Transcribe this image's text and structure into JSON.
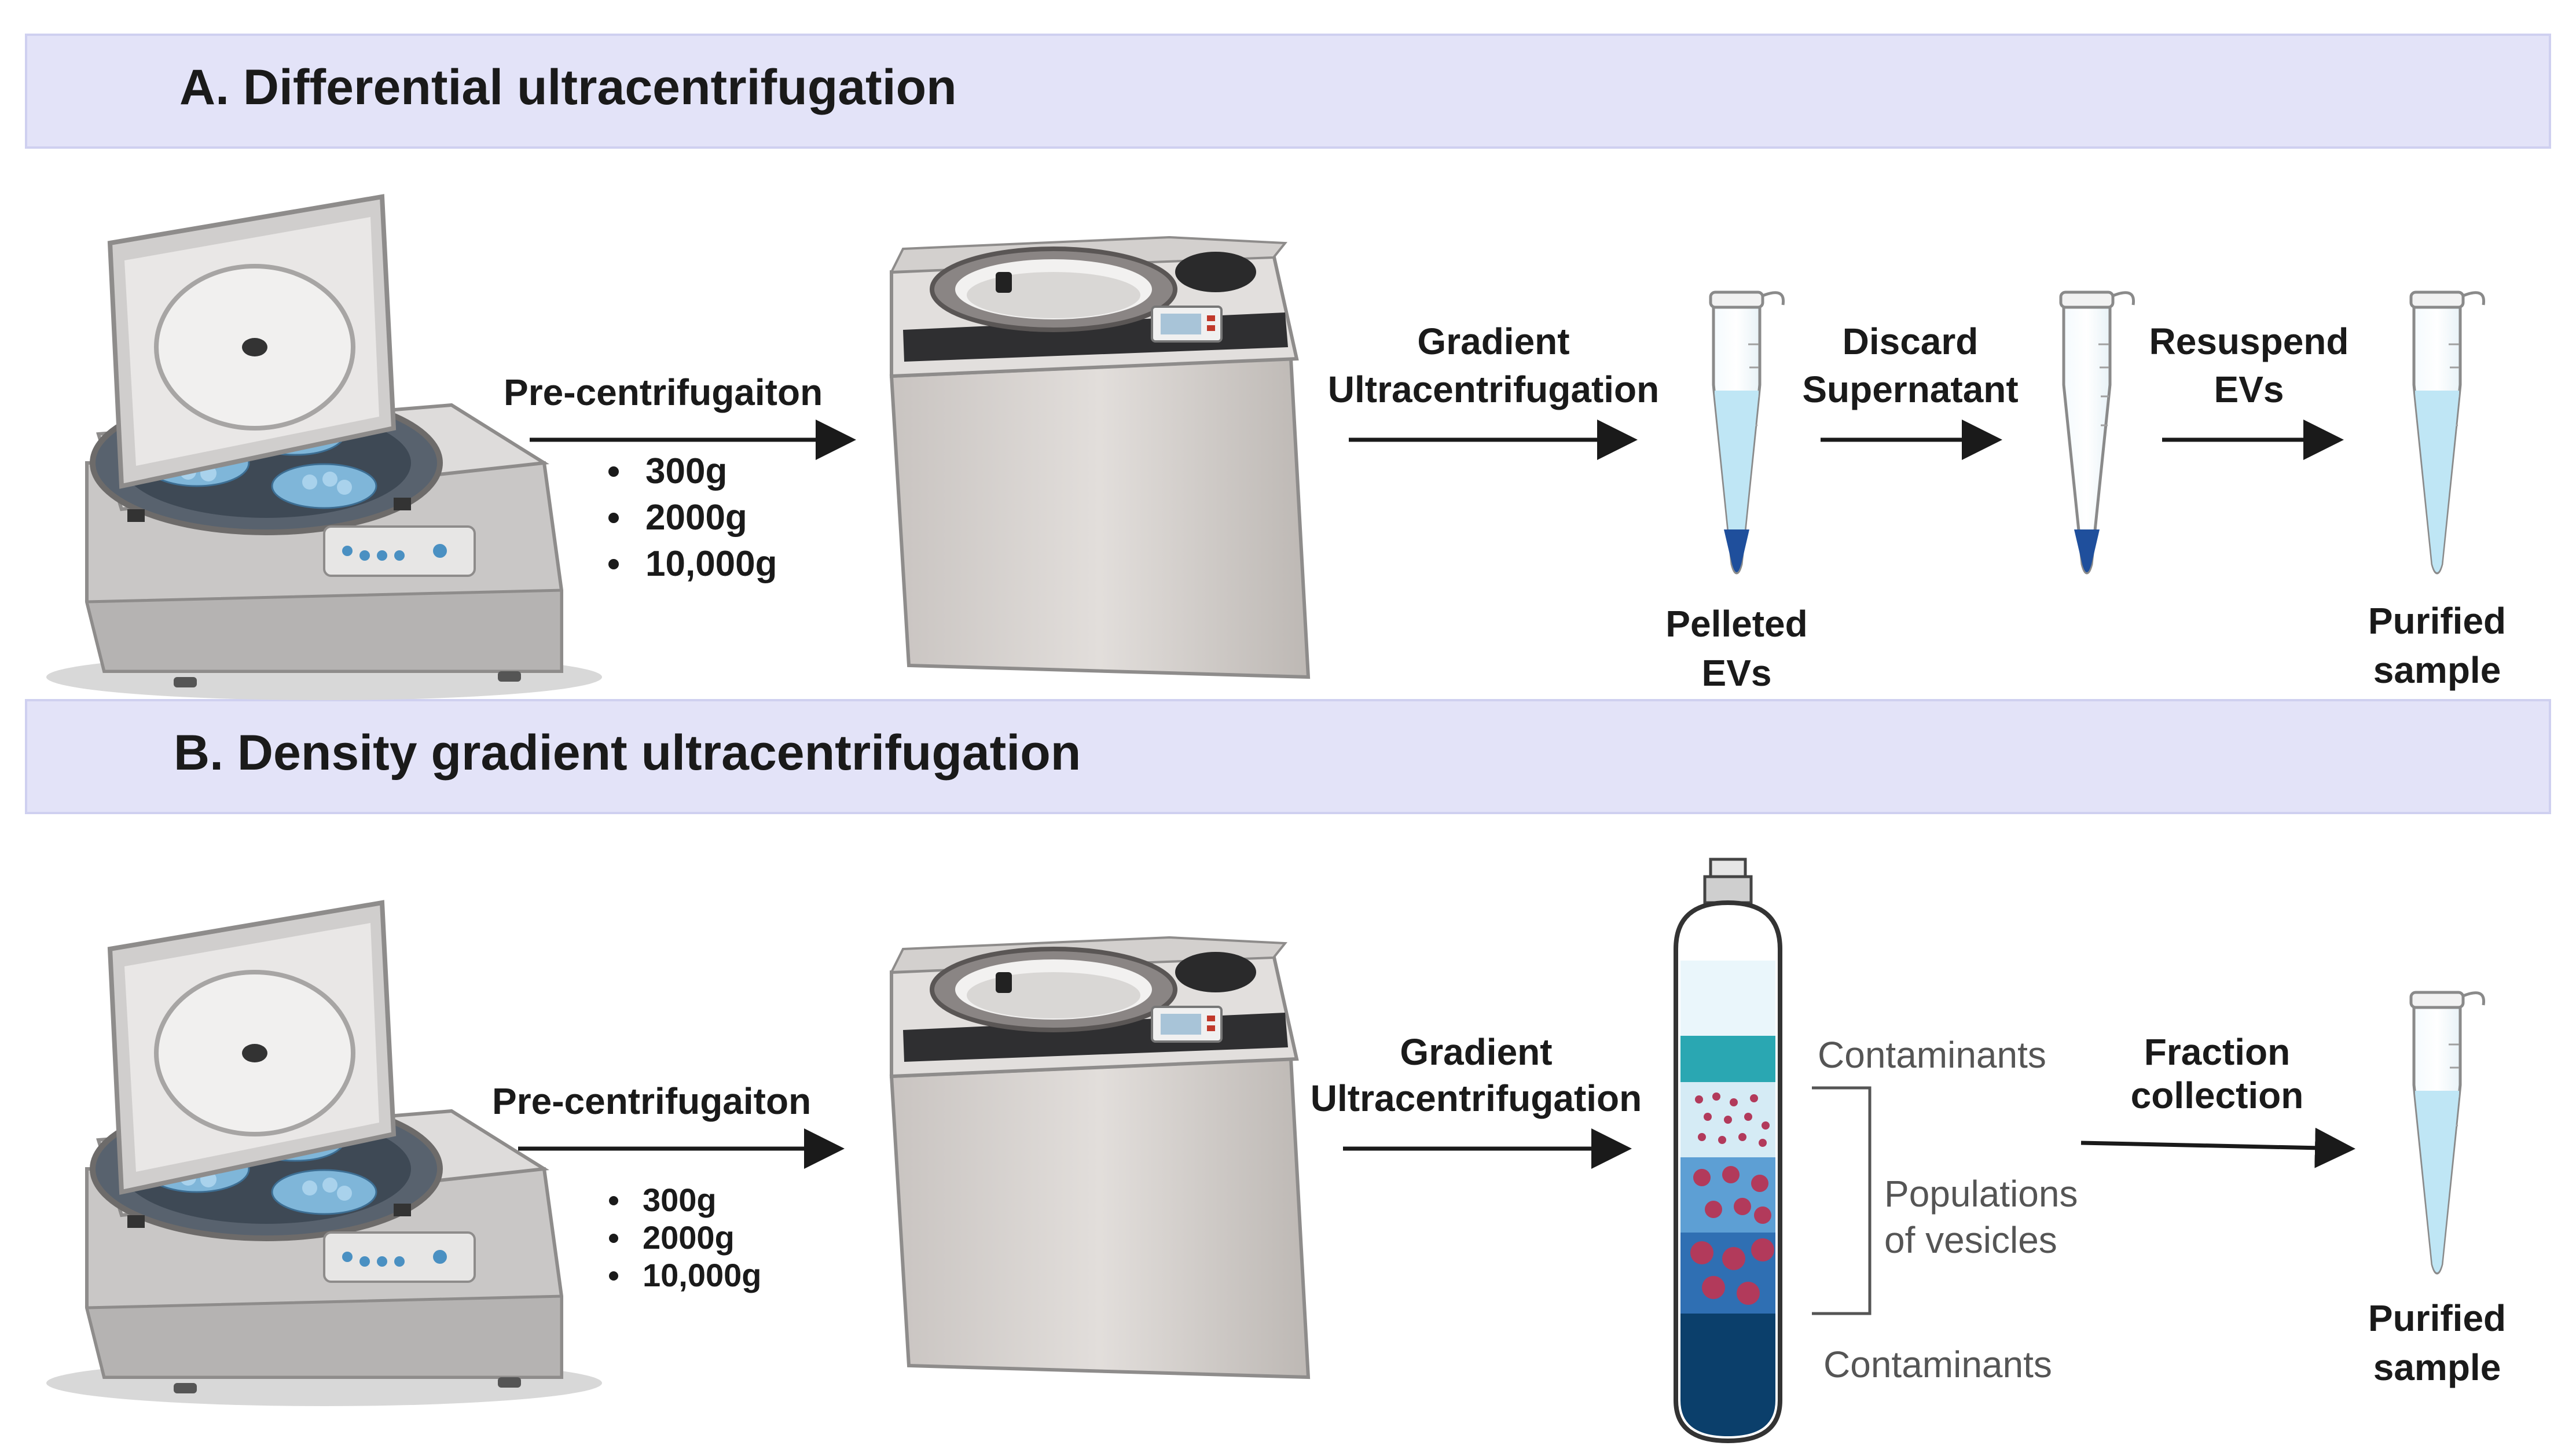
{
  "sections": {
    "a_title": "A. Differential ultracentrifugation",
    "b_title": "B. Density gradient ultracentrifugation"
  },
  "row_a": {
    "pre_label": "Pre-centrifugaiton",
    "speeds": [
      "300g",
      "2000g",
      "10,000g"
    ],
    "gradient_l1": "Gradient",
    "gradient_l2": "Ultracentrifugation",
    "pellet_l1": "Pelleted",
    "pellet_l2": "EVs",
    "discard_l1": "Discard",
    "discard_l2": "Supernatant",
    "resuspend_l1": "Resuspend",
    "resuspend_l2": "EVs",
    "purified_l1": "Purified",
    "purified_l2": "sample"
  },
  "row_b": {
    "pre_label": "Pre-centrifugaiton",
    "speeds": [
      "300g",
      "2000g",
      "10,000g"
    ],
    "gradient_l1": "Gradient",
    "gradient_l2": "Ultracentrifugation",
    "contaminants_top": "Contaminants",
    "populations_l1": "Populations",
    "populations_l2": "of vesicles",
    "contaminants_bottom": "Contaminants",
    "fraction_l1": "Fraction",
    "fraction_l2": "collection",
    "purified_l1": "Purified",
    "purified_l2": "sample"
  },
  "colors": {
    "header_band": "#e3e3f8",
    "liquid": "#bfe6f5",
    "pellet": "#1f4f9c",
    "gradient_teal": "#2aa7b2",
    "gradient_dark": "#0b3f6b",
    "vesicle": "#b23a5b"
  },
  "icons": [
    "benchtop-centrifuge-icon",
    "ultracentrifuge-icon",
    "microtube-icon",
    "gradient-tube-icon",
    "arrow-icon"
  ]
}
